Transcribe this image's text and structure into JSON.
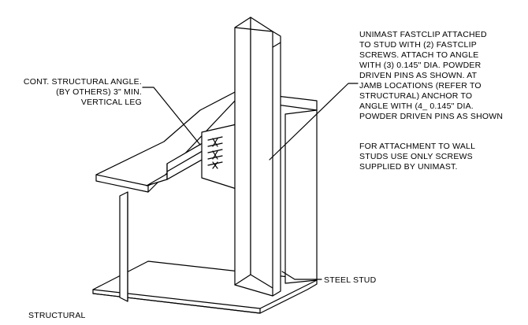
{
  "callouts": {
    "angle": [
      "CONT. STRUCTURAL ANGLE.",
      "(BY OTHERS) 3\" MIN.",
      "VERTICAL LEG"
    ],
    "fastclip": [
      "UNIMAST FASTCLIP ATTACHED",
      "TO STUD WITH (2) FASTCLIP",
      "SCREWS. ATTACH TO ANGLE",
      "WITH (3) 0.145\" DIA. POWDER",
      "DRIVEN PINS AS SHOWN. AT",
      "JAMB LOCATIONS (REFER TO",
      "STRUCTURAL) ANCHOR TO",
      "ANGLE WITH (4_ 0.145\" DIA.",
      "POWDER DRIVEN PINS AS SHOWN"
    ],
    "screws": [
      "FOR ATTACHMENT TO WALL",
      "STUDS USE ONLY SCREWS",
      "SUPPLIED BY UNIMAST."
    ],
    "stud": "STEEL STUD",
    "structural": "STRUCTURAL"
  },
  "colors": {
    "line": "#000000",
    "background": "#ffffff"
  }
}
